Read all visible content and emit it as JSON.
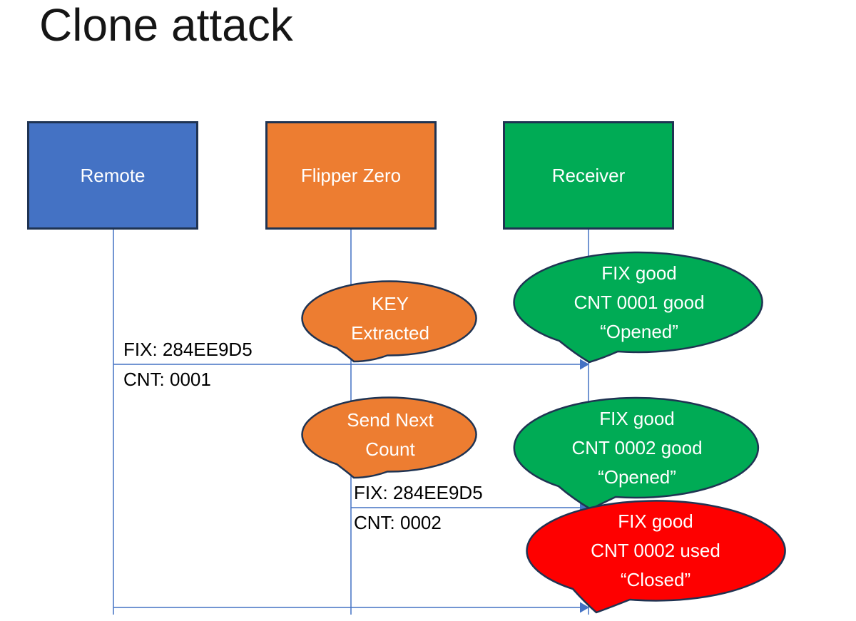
{
  "title": "Clone attack",
  "actors": [
    {
      "id": "remote",
      "label": "Remote",
      "color": "#4472c4"
    },
    {
      "id": "flipper-zero",
      "label": "Flipper Zero",
      "color": "#ed7d31"
    },
    {
      "id": "receiver",
      "label": "Receiver",
      "color": "#00ab55"
    }
  ],
  "messages": [
    {
      "from": "remote",
      "to": "receiver",
      "lines": [
        "FIX: 284EE9D5",
        "CNT: 0001"
      ]
    },
    {
      "from": "flipper-zero",
      "to": "receiver",
      "lines": [
        "FIX: 284EE9D5",
        "CNT: 0002"
      ]
    },
    {
      "from": "remote",
      "to": "receiver",
      "lines": []
    }
  ],
  "callouts": [
    {
      "id": "key-extracted",
      "speaker": "flipper-zero",
      "color": "#ed7d31",
      "lines": [
        "KEY",
        "Extracted"
      ]
    },
    {
      "id": "cnt-0001-good",
      "speaker": "receiver",
      "color": "#00ab55",
      "lines": [
        "FIX good",
        "CNT 0001 good",
        "“Opened”"
      ]
    },
    {
      "id": "send-next-count",
      "speaker": "flipper-zero",
      "color": "#ed7d31",
      "lines": [
        "Send Next",
        "Count"
      ]
    },
    {
      "id": "cnt-0002-good",
      "speaker": "receiver",
      "color": "#00ab55",
      "lines": [
        "FIX good",
        "CNT 0002 good",
        "“Opened”"
      ]
    },
    {
      "id": "cnt-0002-used",
      "speaker": "receiver",
      "color": "#fe0000",
      "lines": [
        "FIX good",
        "CNT 0002 used",
        "“Closed”"
      ]
    }
  ],
  "colors": {
    "line": "#4472c4",
    "outline": "#1f3352",
    "text_light": "#ffffff",
    "text_dark": "#000000"
  }
}
